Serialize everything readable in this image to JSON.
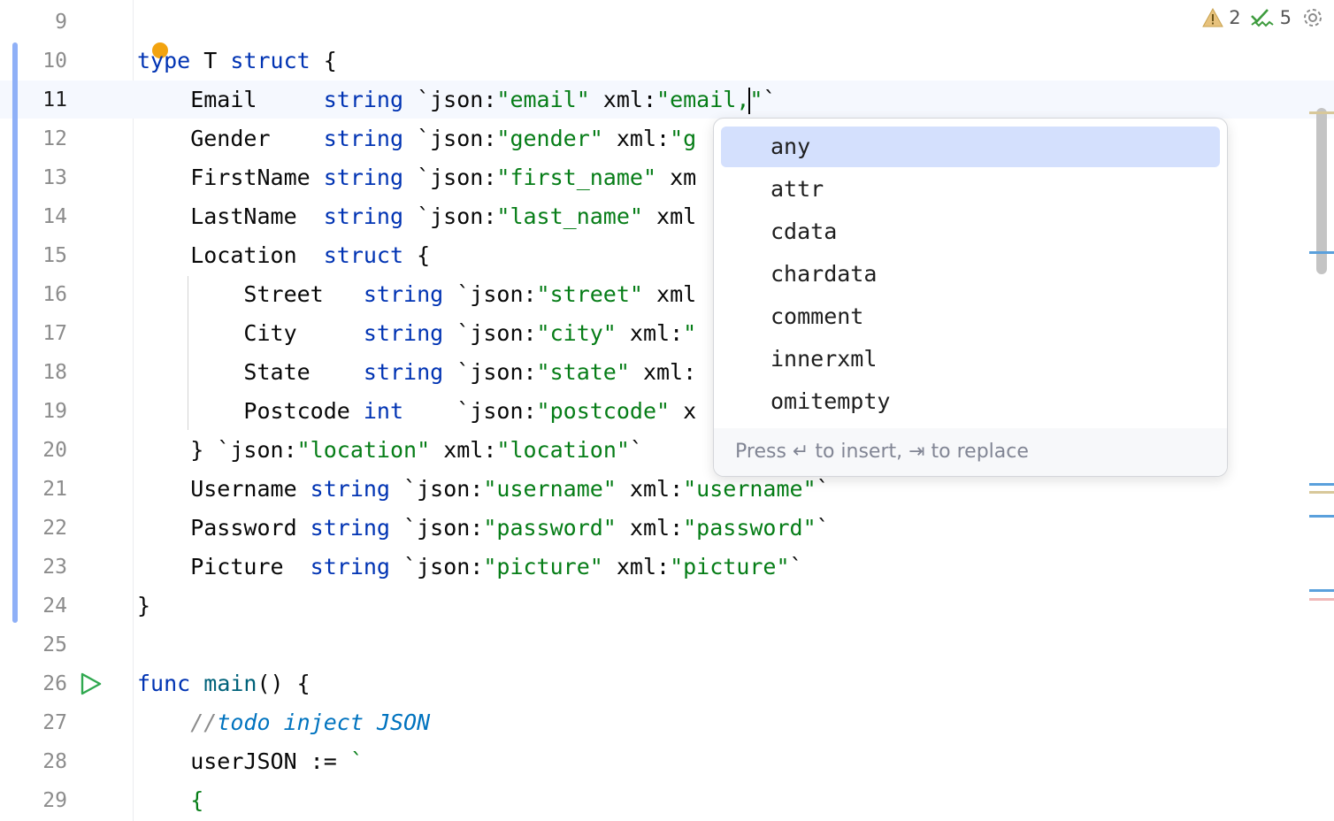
{
  "gutter": {
    "line_numbers": [
      "9",
      "10",
      "11",
      "12",
      "13",
      "14",
      "15",
      "16",
      "17",
      "18",
      "19",
      "20",
      "21",
      "22",
      "23",
      "24",
      "25",
      "26",
      "27",
      "28",
      "29"
    ],
    "current_line": "11"
  },
  "code": {
    "l9": "",
    "l10": {
      "kw1": "type",
      "name": " T ",
      "kw2": "struct",
      "rest": " {"
    },
    "l11": {
      "field": "    Email     ",
      "type": "string",
      "t1": " `json:",
      "s1": "\"email\"",
      "t2": " xml:",
      "s2": "\"email,",
      "s3": "\"",
      "t3": "`"
    },
    "l12": {
      "field": "    Gender    ",
      "type": "string",
      "t1": " `json:",
      "s1": "\"gender\"",
      "t2": " xml:",
      "s2": "\"g"
    },
    "l13": {
      "field": "    FirstName ",
      "type": "string",
      "t1": " `json:",
      "s1": "\"first_name\"",
      "t2": " xm"
    },
    "l14": {
      "field": "    LastName  ",
      "type": "string",
      "t1": " `json:",
      "s1": "\"last_name\"",
      "t2": " xml"
    },
    "l15": {
      "field": "    Location  ",
      "type": "struct",
      "rest": " {"
    },
    "l16": {
      "field": "        Street   ",
      "type": "string",
      "t1": " `json:",
      "s1": "\"street\"",
      "t2": " xml"
    },
    "l17": {
      "field": "        City     ",
      "type": "string",
      "t1": " `json:",
      "s1": "\"city\"",
      "t2": " xml:",
      "s2": "\""
    },
    "l18": {
      "field": "        State    ",
      "type": "string",
      "t1": " `json:",
      "s1": "\"state\"",
      "t2": " xml:"
    },
    "l19": {
      "field": "        Postcode ",
      "type": "int",
      "t1": "    `json:",
      "s1": "\"postcode\"",
      "t2": " x"
    },
    "l20": {
      "t0": "    } `json:",
      "s1": "\"location\"",
      "t1": " xml:",
      "s2": "\"location\"",
      "t2": "`"
    },
    "l21": {
      "field": "    Username ",
      "type": "string",
      "t1": " `json:",
      "s1": "\"username\"",
      "t2": " xml:",
      "s2": "\"username\"",
      "t3": "`"
    },
    "l22": {
      "field": "    Password ",
      "type": "string",
      "t1": " `json:",
      "s1": "\"password\"",
      "t2": " xml:",
      "s2": "\"password\"",
      "t3": "`"
    },
    "l23": {
      "field": "    Picture  ",
      "type": "string",
      "t1": " `json:",
      "s1": "\"picture\"",
      "t2": " xml:",
      "s2": "\"picture\"",
      "t3": "`"
    },
    "l24": "}",
    "l25": "",
    "l26": {
      "kw": "func",
      "sp": " ",
      "fn": "main",
      "rest": "() {"
    },
    "l27": {
      "indent": "    ",
      "cmt": "//",
      "todo": "todo inject JSON"
    },
    "l28": {
      "t": "    userJSON := ",
      "s": "`"
    },
    "l29": {
      "indent": "    ",
      "s": "{"
    }
  },
  "inspections": {
    "warnings": "2",
    "checks": "5"
  },
  "completion": {
    "items": [
      "any",
      "attr",
      "cdata",
      "chardata",
      "comment",
      "innerxml",
      "omitempty"
    ],
    "selected": "any",
    "footer": "Press ↵ to insert, ⇥ to replace"
  },
  "colors": {
    "keyword": "#0033b3",
    "string": "#067d17",
    "function": "#00627a",
    "selection": "#d4e0fd",
    "change_bar": "#8fb0f7"
  }
}
